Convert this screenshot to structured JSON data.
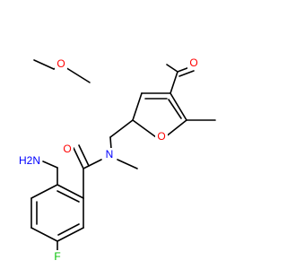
{
  "atoms": [
    {
      "id": "o_carbonyl_ester",
      "label": "O",
      "color": "#ff0000"
    },
    {
      "id": "o_ester_single",
      "label": "O",
      "color": "#ff0000"
    },
    {
      "id": "o_furan",
      "label": "O",
      "color": "#ff0000"
    },
    {
      "id": "o_amide",
      "label": "O",
      "color": "#ff0000"
    },
    {
      "id": "n_amide",
      "label": "N",
      "color": "#0000ff"
    },
    {
      "id": "nh2",
      "label": "H2N",
      "color": "#0000ff"
    },
    {
      "id": "fluorine",
      "label": "F",
      "color": "#00c000"
    }
  ],
  "colors": {
    "bond": "#000000",
    "oxygen": "#ff0000",
    "nitrogen": "#0000ff",
    "fluorine": "#00c000",
    "background": "#ffffff"
  }
}
